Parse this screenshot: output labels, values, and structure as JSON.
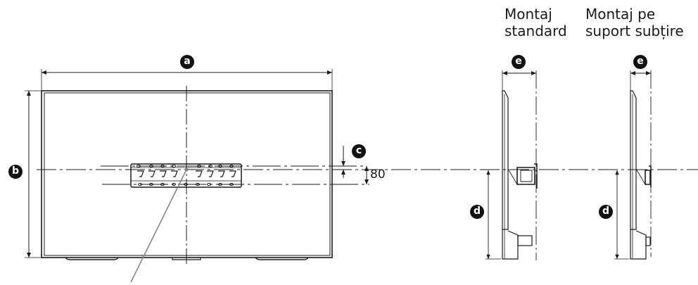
{
  "headings": {
    "standard": [
      "Montaj",
      "standard"
    ],
    "slim": [
      "Montaj pe",
      "suport subțire"
    ]
  },
  "dimension_labels": {
    "a": "a",
    "b": "b",
    "c": "c",
    "d": "d",
    "e": "e"
  },
  "dimension_values": {
    "mount_spacing": "80"
  },
  "colors": {
    "line": "#1a1a1a",
    "leader": "#808080",
    "badge_bg": "#111111",
    "badge_fg": "#ffffff"
  },
  "views": [
    {
      "name": "front-view",
      "dims": [
        "a",
        "b",
        "c"
      ]
    },
    {
      "name": "side-view-standard",
      "dims": [
        "d",
        "e"
      ]
    },
    {
      "name": "side-view-slim",
      "dims": [
        "d",
        "e"
      ]
    }
  ]
}
